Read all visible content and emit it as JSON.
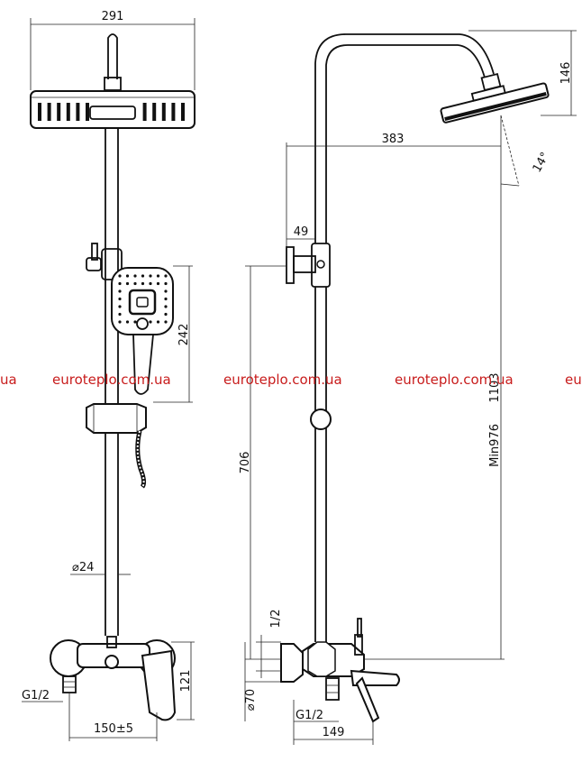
{
  "drawing": {
    "front_view": {
      "head_width": "291",
      "hand_shower_length": "242",
      "bar_diameter": "⌀24",
      "mixer_height": "121",
      "inlet_thread": "G1/2",
      "inlet_spacing": "150±5"
    },
    "side_view": {
      "head_height": "146",
      "reach": "383",
      "tilt_angle": "14°",
      "bracket_offset": "49",
      "total_height": "1103",
      "min_height": "Min976",
      "bracket_height": "706",
      "connection_thread": "1/2",
      "escutcheon_diameter": "⌀70",
      "outlet_thread": "G1/2",
      "spout_length": "149"
    },
    "watermark": [
      "ua",
      "euroteplo.com.ua",
      "euroteplo.com.ua",
      "euroteplo.com.ua",
      "eu"
    ]
  },
  "colors": {
    "line": "#111111",
    "watermark": "#c81c1c",
    "background": "#ffffff"
  }
}
